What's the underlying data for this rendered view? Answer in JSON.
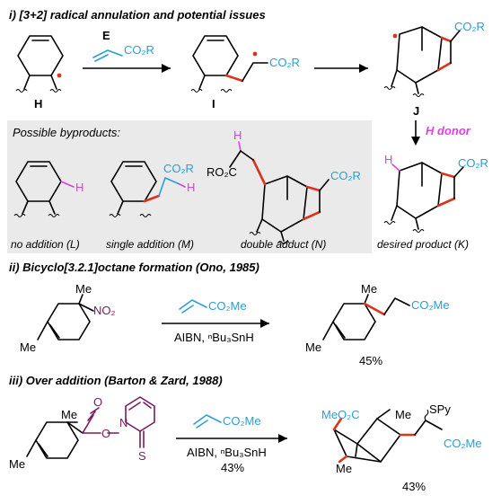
{
  "panel_i": {
    "title": "i) [3+2] radical annulation and potential issues",
    "reagent_E": "E",
    "reagent_group": "CO₂R",
    "compound_H": "H",
    "compound_I": "I",
    "compound_J": "J",
    "compound_K_group": "CO₂R",
    "I_group": "CO₂R",
    "J_group": "CO₂R",
    "h_donor": "H donor",
    "byproducts_header": "Possible byproducts:",
    "H_atom": "H",
    "M_group": "CO₂R",
    "N_group_left": "RO₂C",
    "N_group_right": "CO₂R",
    "label_L": "no addition (L)",
    "label_M": "single addition (M)",
    "label_N": "double adduct (N)",
    "label_K": "desired product (K)"
  },
  "panel_ii": {
    "title": "ii) Bicyclo[3.2.1]octane formation (Ono, 1985)",
    "sm_Me_top": "Me",
    "sm_NO2": "NO₂",
    "sm_Me_bottom": "Me",
    "reagent": "CO₂Me",
    "conditions": "AIBN, ⁿBu₃SnH",
    "product_Me_top": "Me",
    "product_CO2Me": "CO₂Me",
    "product_Me_bottom": "Me",
    "yield": "45%"
  },
  "panel_iii": {
    "title": "iii) Over addition (Barton & Zard, 1988)",
    "sm_Me_top": "Me",
    "sm_O_carbonyl": "O",
    "sm_O_ester": "O",
    "sm_N": "N",
    "sm_S": "S",
    "sm_Me_bottom": "Me",
    "reagent": "CO₂Me",
    "conditions": "AIBN, ⁿBu₃SnH",
    "conditions_yield": "43%",
    "product_MeO2C": "MeO₂C",
    "product_Me_top": "Me",
    "product_SPy": "SPy",
    "product_CO2Me": "CO₂Me",
    "product_Me_bottom": "Me",
    "yield": "43%"
  }
}
